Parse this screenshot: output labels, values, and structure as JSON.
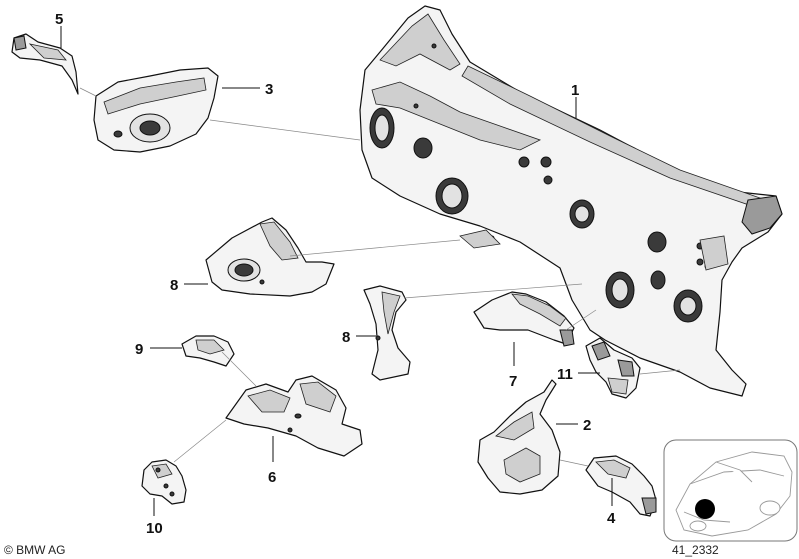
{
  "callouts": {
    "c1": "1",
    "c2": "2",
    "c3": "3",
    "c4": "4",
    "c5": "5",
    "c6": "6",
    "c7": "7",
    "c8a": "8",
    "c8b": "8",
    "c9": "9",
    "c10": "10",
    "c11": "11"
  },
  "footer": {
    "copyright": "© BMW AG",
    "diagram_id": "41_2332"
  }
}
